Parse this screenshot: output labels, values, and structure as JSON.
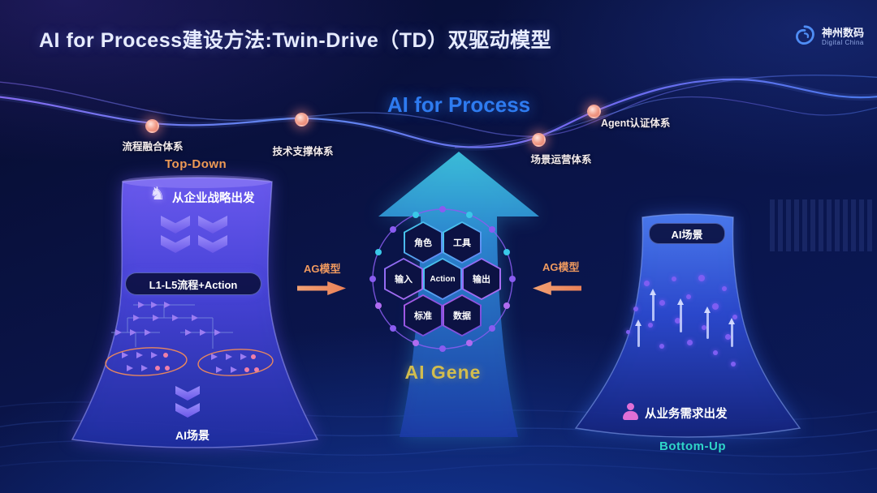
{
  "header": {
    "title": "AI for Process建设方法:Twin-Drive（TD）双驱动模型",
    "logo": {
      "name": "神州数码",
      "subtitle": "Digital China"
    }
  },
  "flow": {
    "title": "AI for Process",
    "milestones": [
      {
        "label": "流程融合体系"
      },
      {
        "label": "技术支撑体系"
      },
      {
        "label": "场景运营体系"
      },
      {
        "label": "Agent认证体系"
      }
    ]
  },
  "top_down": {
    "label": "Top-Down",
    "start": "从企业战略出发",
    "pill": "L1-L5流程+Action",
    "bottom": "AI场景"
  },
  "bottom_up": {
    "label": "Bottom-Up",
    "top": "AI场景",
    "start": "从业务需求出发"
  },
  "gene": {
    "label": "AI Gene",
    "hex": [
      "角色",
      "工具",
      "输入",
      "Action",
      "输出",
      "标准",
      "数据"
    ]
  },
  "ag": {
    "left": "AG模型",
    "right": "AG模型"
  },
  "colors": {
    "background": "#0a1448",
    "accent_orange": "#ef9a55",
    "accent_teal": "#2fd5c8",
    "flow_blue": "#2e7bf0",
    "gene_gold": "#d2bd4e",
    "milestone_pink": "#f09a86",
    "funnel_purple": "#5a4ae8",
    "funnel_blue": "#2c49cf"
  }
}
